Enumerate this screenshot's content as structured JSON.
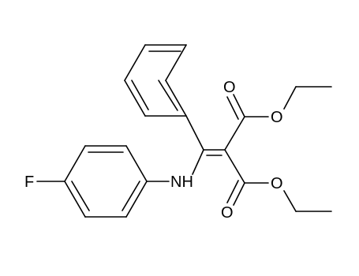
{
  "diagram": {
    "type": "chemical-structure",
    "atom_labels": {
      "fluorine": "F",
      "amine": "NH",
      "carbonyl_oxygen_top": "O",
      "ester_oxygen_top": "O",
      "carbonyl_oxygen_bottom": "O",
      "ester_oxygen_bottom": "O"
    },
    "colors": {
      "bond": "#000000",
      "label": "#000000",
      "background": "#ffffff"
    }
  }
}
